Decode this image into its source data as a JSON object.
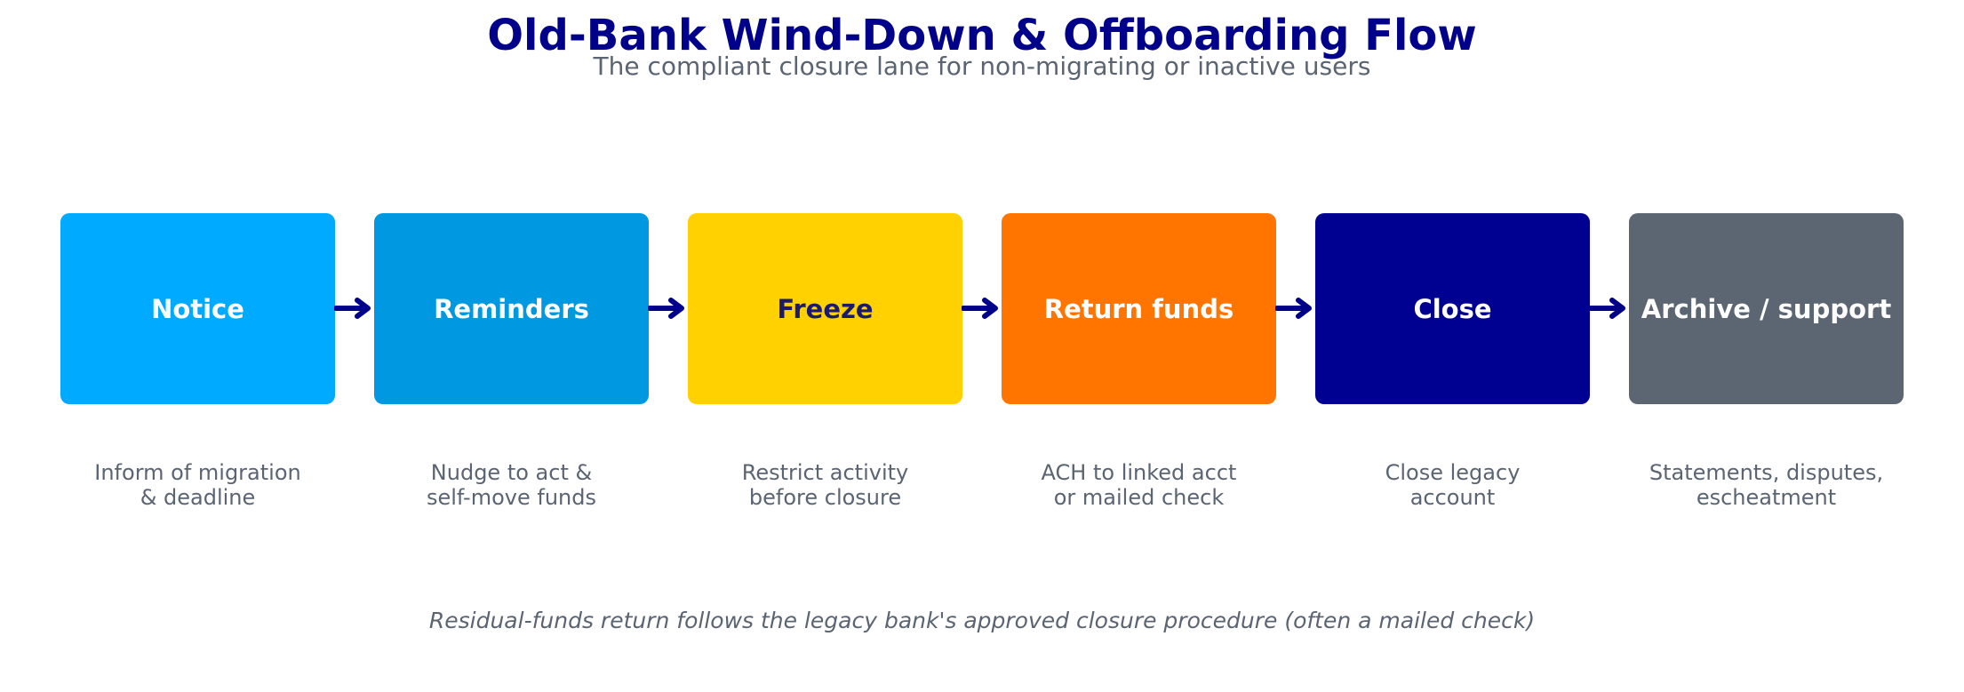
{
  "header": {
    "title": "Old-Bank Wind-Down & Offboarding Flow",
    "subtitle": "The compliant closure lane for non-migrating or inactive users"
  },
  "steps": [
    {
      "label": "Notice",
      "description": "Inform of migration\n& deadline",
      "color": "#00aaff",
      "text_color": "#ffffff"
    },
    {
      "label": "Reminders",
      "description": "Nudge to act &\nself-move funds",
      "color": "#0098e0",
      "text_color": "#ffffff"
    },
    {
      "label": "Freeze",
      "description": "Restrict activity\nbefore closure",
      "color": "#ffd100",
      "text_color": "#1b1b6b"
    },
    {
      "label": "Return funds",
      "description": "ACH to linked acct\nor mailed check",
      "color": "#ff7500",
      "text_color": "#ffffff"
    },
    {
      "label": "Close",
      "description": "Close legacy\naccount",
      "color": "#000091",
      "text_color": "#ffffff"
    },
    {
      "label": "Archive / support",
      "description": "Statements, disputes,\nescheatment",
      "color": "#5c6672",
      "text_color": "#ffffff"
    }
  ],
  "arrow_color": "#00008b",
  "footnote": "Residual-funds return follows the legacy bank's approved closure procedure (often a mailed check)"
}
